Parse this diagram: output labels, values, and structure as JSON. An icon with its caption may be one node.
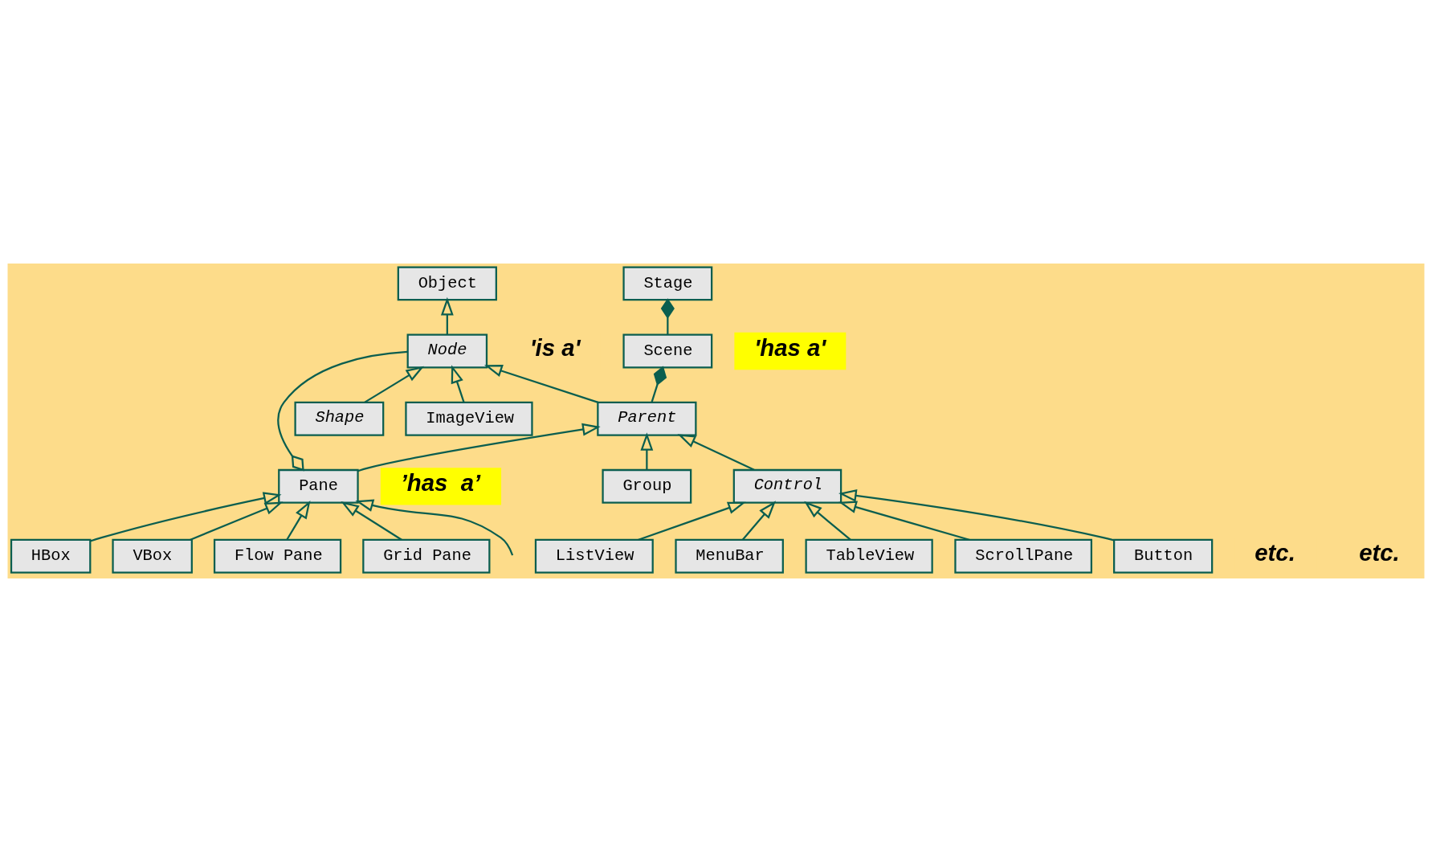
{
  "diagram": {
    "nodes": [
      {
        "text": [
          "Stage"
        ]
      },
      {
        "text": [
          "Scene"
        ]
      },
      {
        "text": [
          "Object"
        ]
      },
      {
        "text": [
          "Node"
        ]
      },
      {
        "text": [
          "Parent"
        ]
      },
      {
        "text": [
          "Shape"
        ]
      },
      {
        "text": [
          "ImageView"
        ]
      },
      {
        "text": [
          "Group"
        ]
      },
      {
        "text": [
          "Control"
        ]
      },
      {
        "text": [
          "Pane"
        ]
      },
      {
        "text": [
          "ListView"
        ]
      },
      {
        "text": [
          "MenuBar"
        ]
      },
      {
        "text": [
          "TableView"
        ]
      },
      {
        "text": [
          "ScrollPane"
        ]
      },
      {
        "text": [
          "Button"
        ]
      },
      {
        "text": [
          "HBox"
        ]
      },
      {
        "text": [
          "VBox"
        ]
      },
      {
        "text": [
          "Flow Pane"
        ]
      },
      {
        "text": [
          "Grid Pane"
        ]
      }
    ],
    "edges": [
      {
        "from": 1,
        "to": 0,
        "arrow": "other"
      },
      {
        "from": 4,
        "to": 1,
        "arrow": "other"
      },
      {
        "from": 3,
        "to": 2,
        "arrow": "to"
      },
      {
        "from": 4,
        "to": 3,
        "arrow": "to"
      },
      {
        "from": 5,
        "to": 3,
        "arrow": "to"
      },
      {
        "from": 6,
        "to": 3,
        "arrow": "to"
      },
      {
        "from": 3,
        "to": 9,
        "arrow": "other"
      },
      {
        "from": 7,
        "to": 4,
        "arrow": "to"
      },
      {
        "from": 8,
        "to": 4,
        "arrow": "to"
      },
      {
        "from": 9,
        "to": 4,
        "arrow": "to"
      },
      {
        "from": 10,
        "to": 8,
        "arrow": "to"
      },
      {
        "from": 11,
        "to": 8,
        "arrow": "to"
      },
      {
        "from": 12,
        "to": 8,
        "arrow": "to"
      },
      {
        "from": 13,
        "to": 8,
        "arrow": "to"
      },
      {
        "from": 14,
        "to": 8,
        "arrow": "to"
      },
      {
        "from": 15,
        "to": 9,
        "arrow": "to"
      },
      {
        "from": 16,
        "to": 9,
        "arrow": "to"
      },
      {
        "from": 17,
        "to": 9,
        "arrow": "to"
      },
      {
        "from": 18,
        "to": 9,
        "arrow": "to"
      },
      {
        "from": null,
        "to": 9,
        "arrow": "to"
      }
    ],
    "labels": [
      "'has a'",
      "'is a'",
      "’has  a’",
      "etc.",
      "etc."
    ]
  }
}
